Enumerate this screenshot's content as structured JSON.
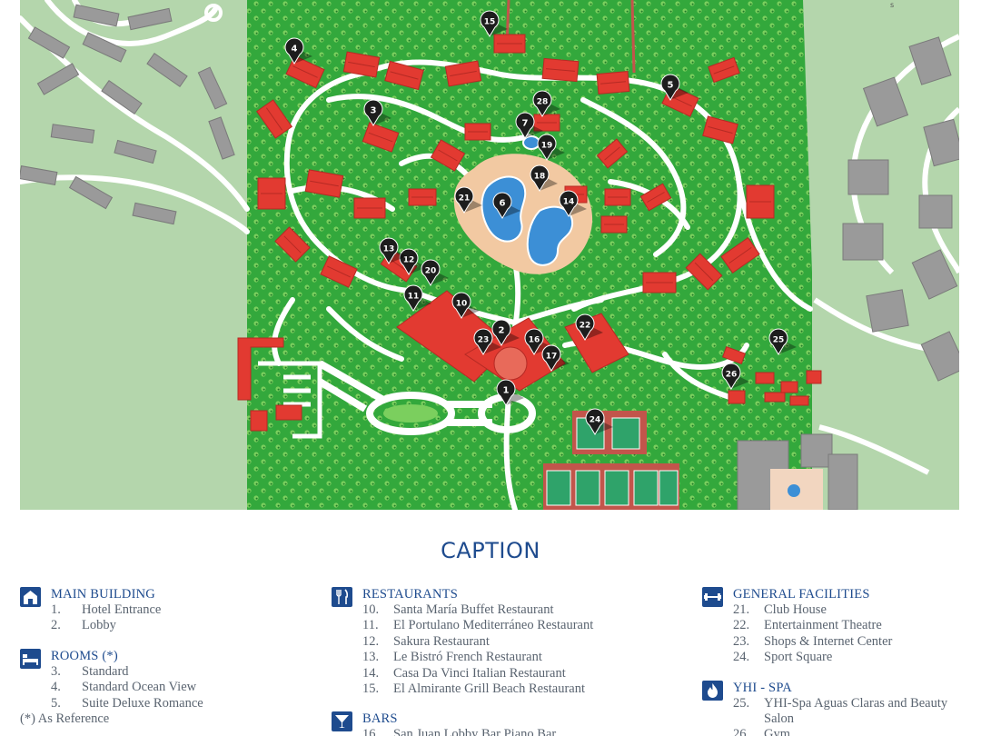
{
  "map": {
    "colors": {
      "forest": "#2fa53a",
      "lawn": "#b4d6ac",
      "path": "#ffffff",
      "roof": "#e23a31",
      "water": "#3c8fd6",
      "pool_deck": "#f2c9a2",
      "neighbor": "#9a9a9a",
      "court": "#2fa36a",
      "court_frame": "#c2554b",
      "pin": "#1d1d1d"
    },
    "markers": [
      "1",
      "2",
      "3",
      "4",
      "5",
      "6",
      "7",
      "10",
      "11",
      "12",
      "13",
      "14",
      "15",
      "16",
      "17",
      "18",
      "19",
      "20",
      "21",
      "22",
      "23",
      "24",
      "25",
      "26",
      "28"
    ]
  },
  "caption": {
    "title": "CAPTION",
    "columns": [
      {
        "sections": [
          {
            "icon": "house-icon",
            "title": "MAIN BUILDING",
            "items": [
              {
                "num": "1.",
                "label": "Hotel Entrance"
              },
              {
                "num": "2.",
                "label": "Lobby"
              }
            ]
          },
          {
            "icon": "bed-icon",
            "title": "ROOMS (*)",
            "items": [
              {
                "num": "3.",
                "label": "Standard"
              },
              {
                "num": "4.",
                "label": "Standard Ocean View"
              },
              {
                "num": "5.",
                "label": "Suite Deluxe Romance"
              }
            ],
            "note": "(*) As Reference"
          }
        ]
      },
      {
        "sections": [
          {
            "icon": "fork-knife-icon",
            "title": "RESTAURANTS",
            "items": [
              {
                "num": "10.",
                "label": "Santa María Buffet Restaurant"
              },
              {
                "num": "11.",
                "label": "El Portulano Mediterráneo Restaurant"
              },
              {
                "num": "12.",
                "label": "Sakura Restaurant"
              },
              {
                "num": "13.",
                "label": "Le Bistró French Restaurant"
              },
              {
                "num": "14.",
                "label": "Casa Da Vinci Italian Restaurant"
              },
              {
                "num": "15.",
                "label": "El Almirante Grill Beach Restaurant"
              }
            ]
          },
          {
            "icon": "cocktail-icon",
            "title": "BARS",
            "items": [
              {
                "num": "16.",
                "label": "San Juan Lobby Bar Piano Bar"
              }
            ]
          }
        ]
      },
      {
        "sections": [
          {
            "icon": "dumbbell-icon",
            "title": "GENERAL FACILITIES",
            "items": [
              {
                "num": "21.",
                "label": "Club House"
              },
              {
                "num": "22.",
                "label": "Entertainment Theatre"
              },
              {
                "num": "23.",
                "label": "Shops & Internet Center"
              },
              {
                "num": "24.",
                "label": "Sport Square"
              }
            ]
          },
          {
            "icon": "flame-icon",
            "title": "YHI - SPA",
            "items": [
              {
                "num": "25.",
                "label": "YHI-Spa Aguas Claras and Beauty Salon"
              },
              {
                "num": "26.",
                "label": "Gym"
              }
            ]
          }
        ]
      }
    ]
  }
}
